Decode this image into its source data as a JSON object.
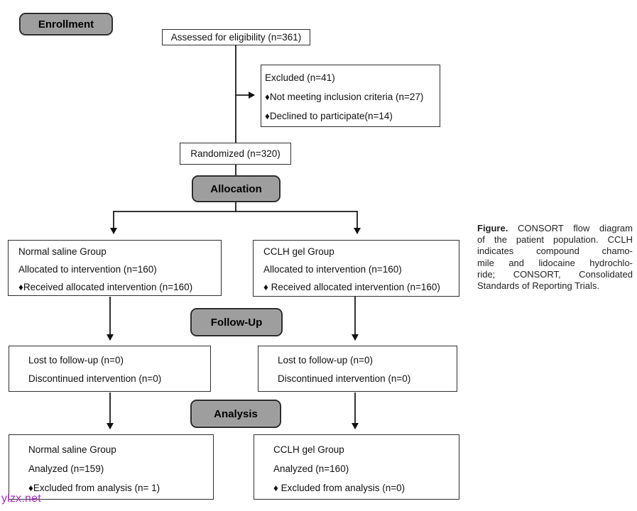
{
  "colors": {
    "badge_fill": "#9e9e9e",
    "badge_border": "#2b2b2b",
    "box_border": "#2f2f2f",
    "line": "#1a1a1a",
    "watermark": "#a62bc4"
  },
  "stages": {
    "enrollment": "Enrollment",
    "allocation": "Allocation",
    "followup": "Follow-Up",
    "analysis": "Analysis"
  },
  "boxes": {
    "assessed": "Assessed for eligibility (n=361)",
    "excluded": {
      "lines": [
        "Excluded (n=41)",
        "♦Not meeting inclusion criteria (n=27)",
        "♦Declined to participate(n=14)"
      ]
    },
    "randomized": "Randomized (n=320)",
    "alloc_left": {
      "lines": [
        "Normal saline Group",
        "Allocated to intervention (n=160)",
        "♦Received allocated intervention (n=160)"
      ]
    },
    "alloc_right": {
      "lines": [
        "CCLH gel  Group",
        "Allocated to intervention (n=160)",
        "♦ Received allocated intervention (n=160)"
      ]
    },
    "fu_left": {
      "lines": [
        "Lost to follow-up (n=0)",
        "Discontinued intervention (n=0)"
      ]
    },
    "fu_right": {
      "lines": [
        "Lost to follow-up (n=0)",
        "Discontinued intervention (n=0)"
      ]
    },
    "an_left": {
      "lines": [
        "Normal saline Group",
        "Analyzed (n=159)",
        "♦Excluded from analysis (n= 1)"
      ]
    },
    "an_right": {
      "lines": [
        "CCLH gel Group",
        "Analyzed (n=160)",
        "♦ Excluded from analysis (n=0)"
      ]
    }
  },
  "caption": {
    "bold_label": "Figure.",
    "line1_rest": "CONSORT flow diagram",
    "lines": [
      "of the patient population. CCLH",
      "indicates compound chamo-",
      "mile and lidocaine hydrochlo-",
      "ride; CONSORT, Consolidated",
      "Standards of Reporting Trials."
    ]
  },
  "watermark": "ylzx.net"
}
